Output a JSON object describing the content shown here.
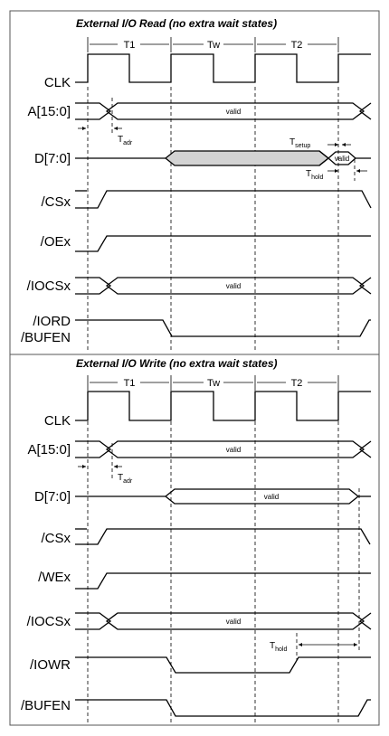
{
  "read": {
    "title": "External I/O Read (no extra wait states)",
    "phases": [
      "T1",
      "Tw",
      "T2"
    ],
    "signals": {
      "clk": "CLK",
      "addr": "A[15:0]",
      "data": "D[7:0]",
      "cs": "/CSx",
      "oe": "/OEx",
      "iocs": "/IOCSx",
      "iord": "/IORD",
      "bufen": "/BUFEN"
    },
    "valid": "valid",
    "t_adr": {
      "main": "T",
      "sub": "adr"
    },
    "t_setup": {
      "main": "T",
      "sub": "setup"
    },
    "t_hold": {
      "main": "T",
      "sub": "hold"
    }
  },
  "write": {
    "title": "External I/O Write (no extra wait states)",
    "phases": [
      "T1",
      "Tw",
      "T2"
    ],
    "signals": {
      "clk": "CLK",
      "addr": "A[15:0]",
      "data": "D[7:0]",
      "cs": "/CSx",
      "we": "/WEx",
      "iocs": "/IOCSx",
      "iowr": "/IOWR",
      "bufen": "/BUFEN"
    },
    "valid": "valid",
    "t_adr": {
      "main": "T",
      "sub": "adr"
    },
    "t_hold": {
      "main": "T",
      "sub": "hold"
    }
  },
  "colors": {
    "line": "#000000",
    "highlight": "#d3d3d3",
    "frame": "#555555"
  }
}
